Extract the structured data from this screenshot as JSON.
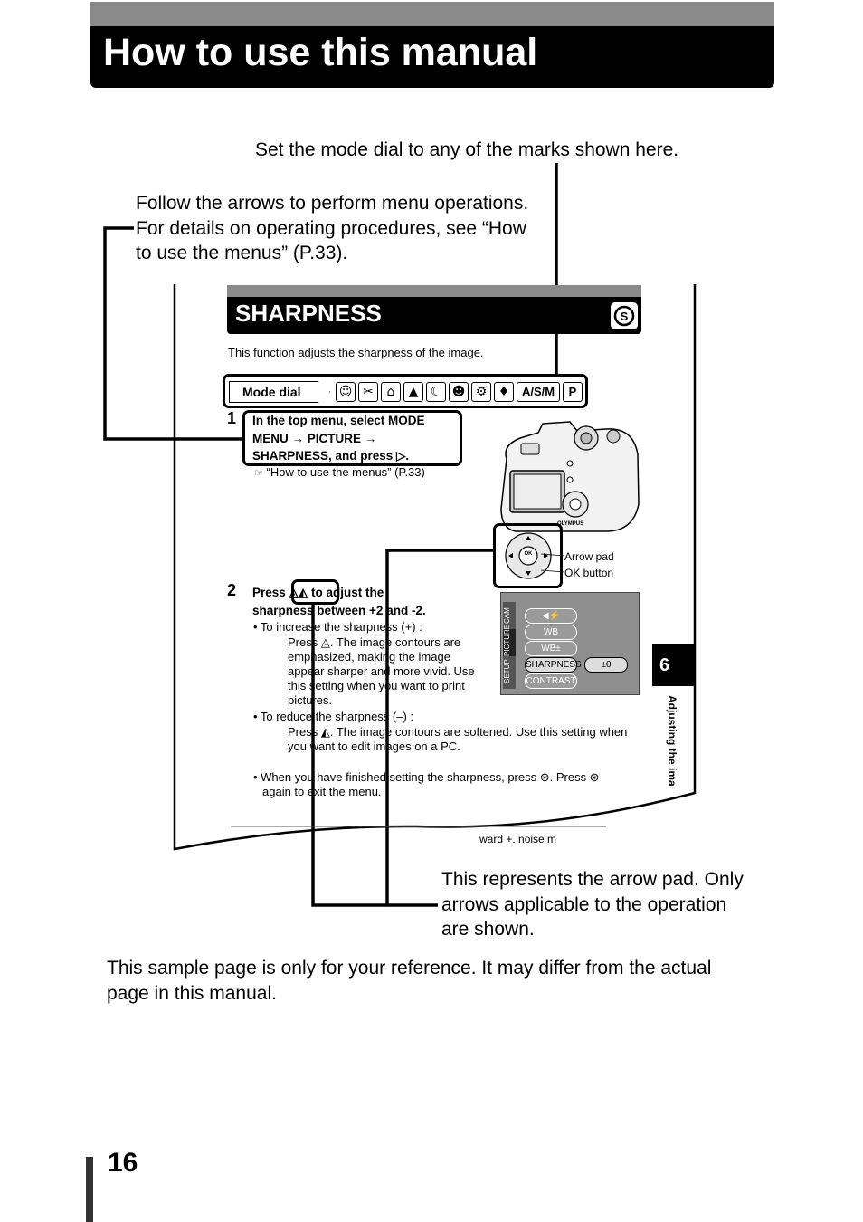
{
  "header": {
    "title": "How to use this manual"
  },
  "callouts": {
    "mode_dial": "Set the mode dial to any of the marks shown here.",
    "menu_arrows": [
      "Follow the arrows to perform menu operations.",
      "For details on operating procedures, see “How",
      "to use the menus” (P.33)."
    ],
    "arrow_pad": [
      "This represents the arrow pad. Only",
      "arrows applicable to the operation",
      "are shown."
    ]
  },
  "sample_page": {
    "title": "SHARPNESS",
    "intro": "This function adjusts the sharpness of the image.",
    "mode_dial_label": "Mode dial",
    "mode_icons": [
      "portrait-icon",
      "sports-icon",
      "night-scene-icon",
      "landscape-icon",
      "night-portrait-icon",
      "self-portrait-icon",
      "movie-icon",
      "my-mode-icon"
    ],
    "mode_text": [
      "A/S/M",
      "P"
    ],
    "step1_num": "1",
    "step1_lines": [
      "In the top menu, select MODE",
      "MENU → PICTURE →",
      "SHARPNESS, and press ▷."
    ],
    "step1_ref": "“How to use the menus” (P.33)",
    "arrow_pad_label": "Arrow pad",
    "ok_button_label": "OK button",
    "step2_num": "2",
    "step2_lines": [
      "Press ◬◭ to adjust the",
      "sharpness between +2 and -2."
    ],
    "increase_head": "• To increase the sharpness (+) :",
    "increase_body": [
      "Press ◬. The image contours are",
      "emphasized, making the image",
      "appear sharper and more vivid. Use",
      "this setting when you want to print",
      "pictures."
    ],
    "reduce_head": "• To reduce the sharpness (–) :",
    "reduce_body": [
      "Press ◭. The image contours are softened. Use this setting when",
      "you want to edit images on a PC."
    ],
    "finish_lines": [
      "• When you have finished setting the sharpness, press ⊛. Press ⊛",
      "again to exit the menu."
    ],
    "cutoff_text": "ward +, noise m",
    "chapter_tab": "6",
    "chapter_title": "Adjusting the ima",
    "lcd": {
      "tabs": [
        "CAM",
        "PICTURE",
        "SETUP"
      ],
      "items": [
        "WB",
        "WB±",
        "SHARPNESS",
        "CONTRAST"
      ],
      "value": "±0"
    }
  },
  "note": [
    "This sample page is only for your reference. It may differ from the actual",
    "page in this manual."
  ],
  "page_number": "16"
}
